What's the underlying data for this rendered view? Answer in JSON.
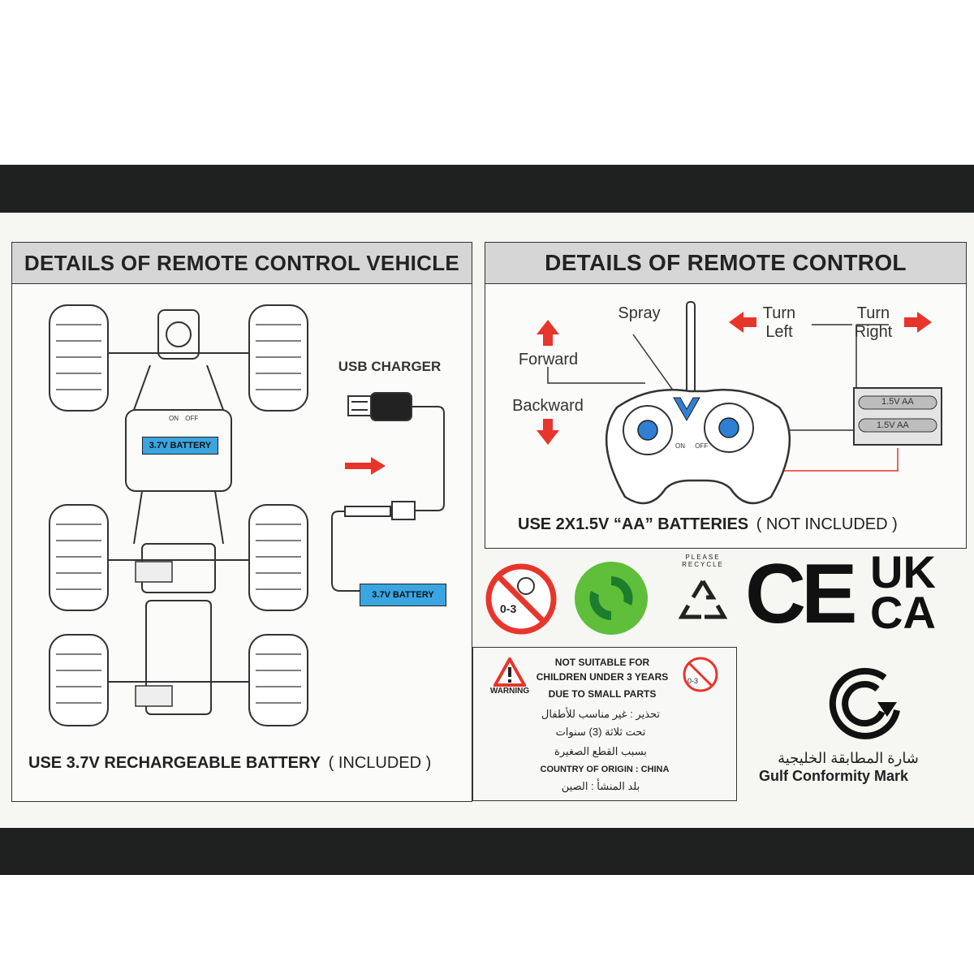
{
  "vehicle": {
    "title": "DETAILS OF REMOTE CONTROL VEHICLE",
    "usb_label": "USB CHARGER",
    "battery_label": "3.7V BATTERY",
    "battery_label_2": "3.7V BATTERY",
    "footer_bold": "USE 3.7V RECHARGEABLE BATTERY",
    "footer_light": "( INCLUDED )",
    "switch_on": "ON",
    "switch_off": "OFF"
  },
  "remote": {
    "title": "DETAILS OF REMOTE CONTROL",
    "spray": "Spray",
    "turn_left_1": "Turn",
    "turn_left_2": "Left",
    "turn_right_1": "Turn",
    "turn_right_2": "Right",
    "forward": "Forward",
    "backward": "Backward",
    "cell_1": "1.5V AA",
    "cell_2": "1.5V AA",
    "switch_on": "ON",
    "switch_off": "OFF",
    "footer_bold": "USE 2X1.5V “AA” BATTERIES",
    "footer_light": "( NOT INCLUDED )"
  },
  "icons": {
    "age_badge": "0-3",
    "recycle_text": "PLEASE RECYCLE",
    "ce_mark": "CE",
    "ukca_top": "UK",
    "ukca_bottom": "CA"
  },
  "warning": {
    "label": "WARNING",
    "line1": "NOT SUITABLE FOR",
    "line2": "CHILDREN UNDER 3 YEARS",
    "line3": "DUE TO SMALL PARTS",
    "age_badge": "0-3",
    "ar1": "تحذير : غير مناسب للأطفال",
    "ar2": "تحت ثلاثة (3) سنوات",
    "ar3": "بسبب القطع الصغيرة",
    "origin": "COUNTRY OF ORIGIN : CHINA",
    "ar_origin": "بلد المنشأ : الصين"
  },
  "gulf": {
    "arabic": "شارة المطابقة الخليجية",
    "english": "Gulf Conformity Mark"
  },
  "colors": {
    "band": "#1e211f",
    "header_bg": "#d6d6d6",
    "arrow_red": "#e8352b",
    "battery_blue": "#3aa5e0",
    "green_dot": "#5fbf3a",
    "remote_blue": "#2f7fd4"
  }
}
